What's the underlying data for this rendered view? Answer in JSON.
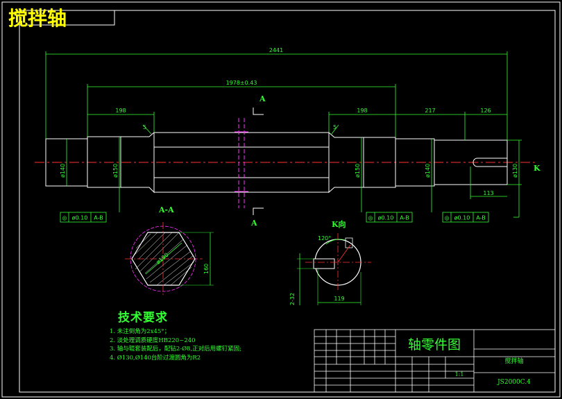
{
  "title": "搅拌轴",
  "dimensions": {
    "overall": "2441",
    "span": "1978±0.43",
    "left_seg": "198",
    "right_seg1": "198",
    "right_seg2": "217",
    "right_seg3": "126",
    "keyway_len": "113",
    "dia1": "ø140",
    "dia2": "ø150",
    "dia3": "ø150",
    "dia4": "ø140",
    "dia5": "ø130",
    "dia_k": "119",
    "dia_k2": "2-32",
    "chamfer": "5",
    "section_side": "160",
    "section_dia": "ø190",
    "angle": "120°"
  },
  "labels": {
    "section_a_top": "A",
    "section_a_bottom": "A",
    "section_aa": "A-A",
    "view_k": "K向",
    "k_mark": "K"
  },
  "tolerance_frames": [
    {
      "symbol": "◎",
      "value": "ø0.10",
      "datum": "A-B"
    },
    {
      "symbol": "◎",
      "value": "ø0.10",
      "datum": "A-B"
    },
    {
      "symbol": "◎",
      "value": "ø0.10",
      "datum": "A-B"
    }
  ],
  "technical_requirements": {
    "title": "技术要求",
    "items": [
      "1. 未注倒角为2x45°；",
      "2. 淡处理调质硬度HB220~240",
      "3. 轴与辊套装配后，配钻2-Ø8,正对后用螺钉紧固;",
      "4. Ø130,Ø140台阶过渡圆角为R2"
    ]
  },
  "title_block": {
    "part_name": "轴零件图",
    "material": "搅拌轴",
    "drawing_no": "JS2000C.4",
    "scale": "1:1"
  },
  "colors": {
    "background": "#000000",
    "outline": "#ffffff",
    "dimension": "#33ff33",
    "centerline": "#ff3333",
    "hatch": "#ff33ff",
    "heading": "#ffff00"
  }
}
